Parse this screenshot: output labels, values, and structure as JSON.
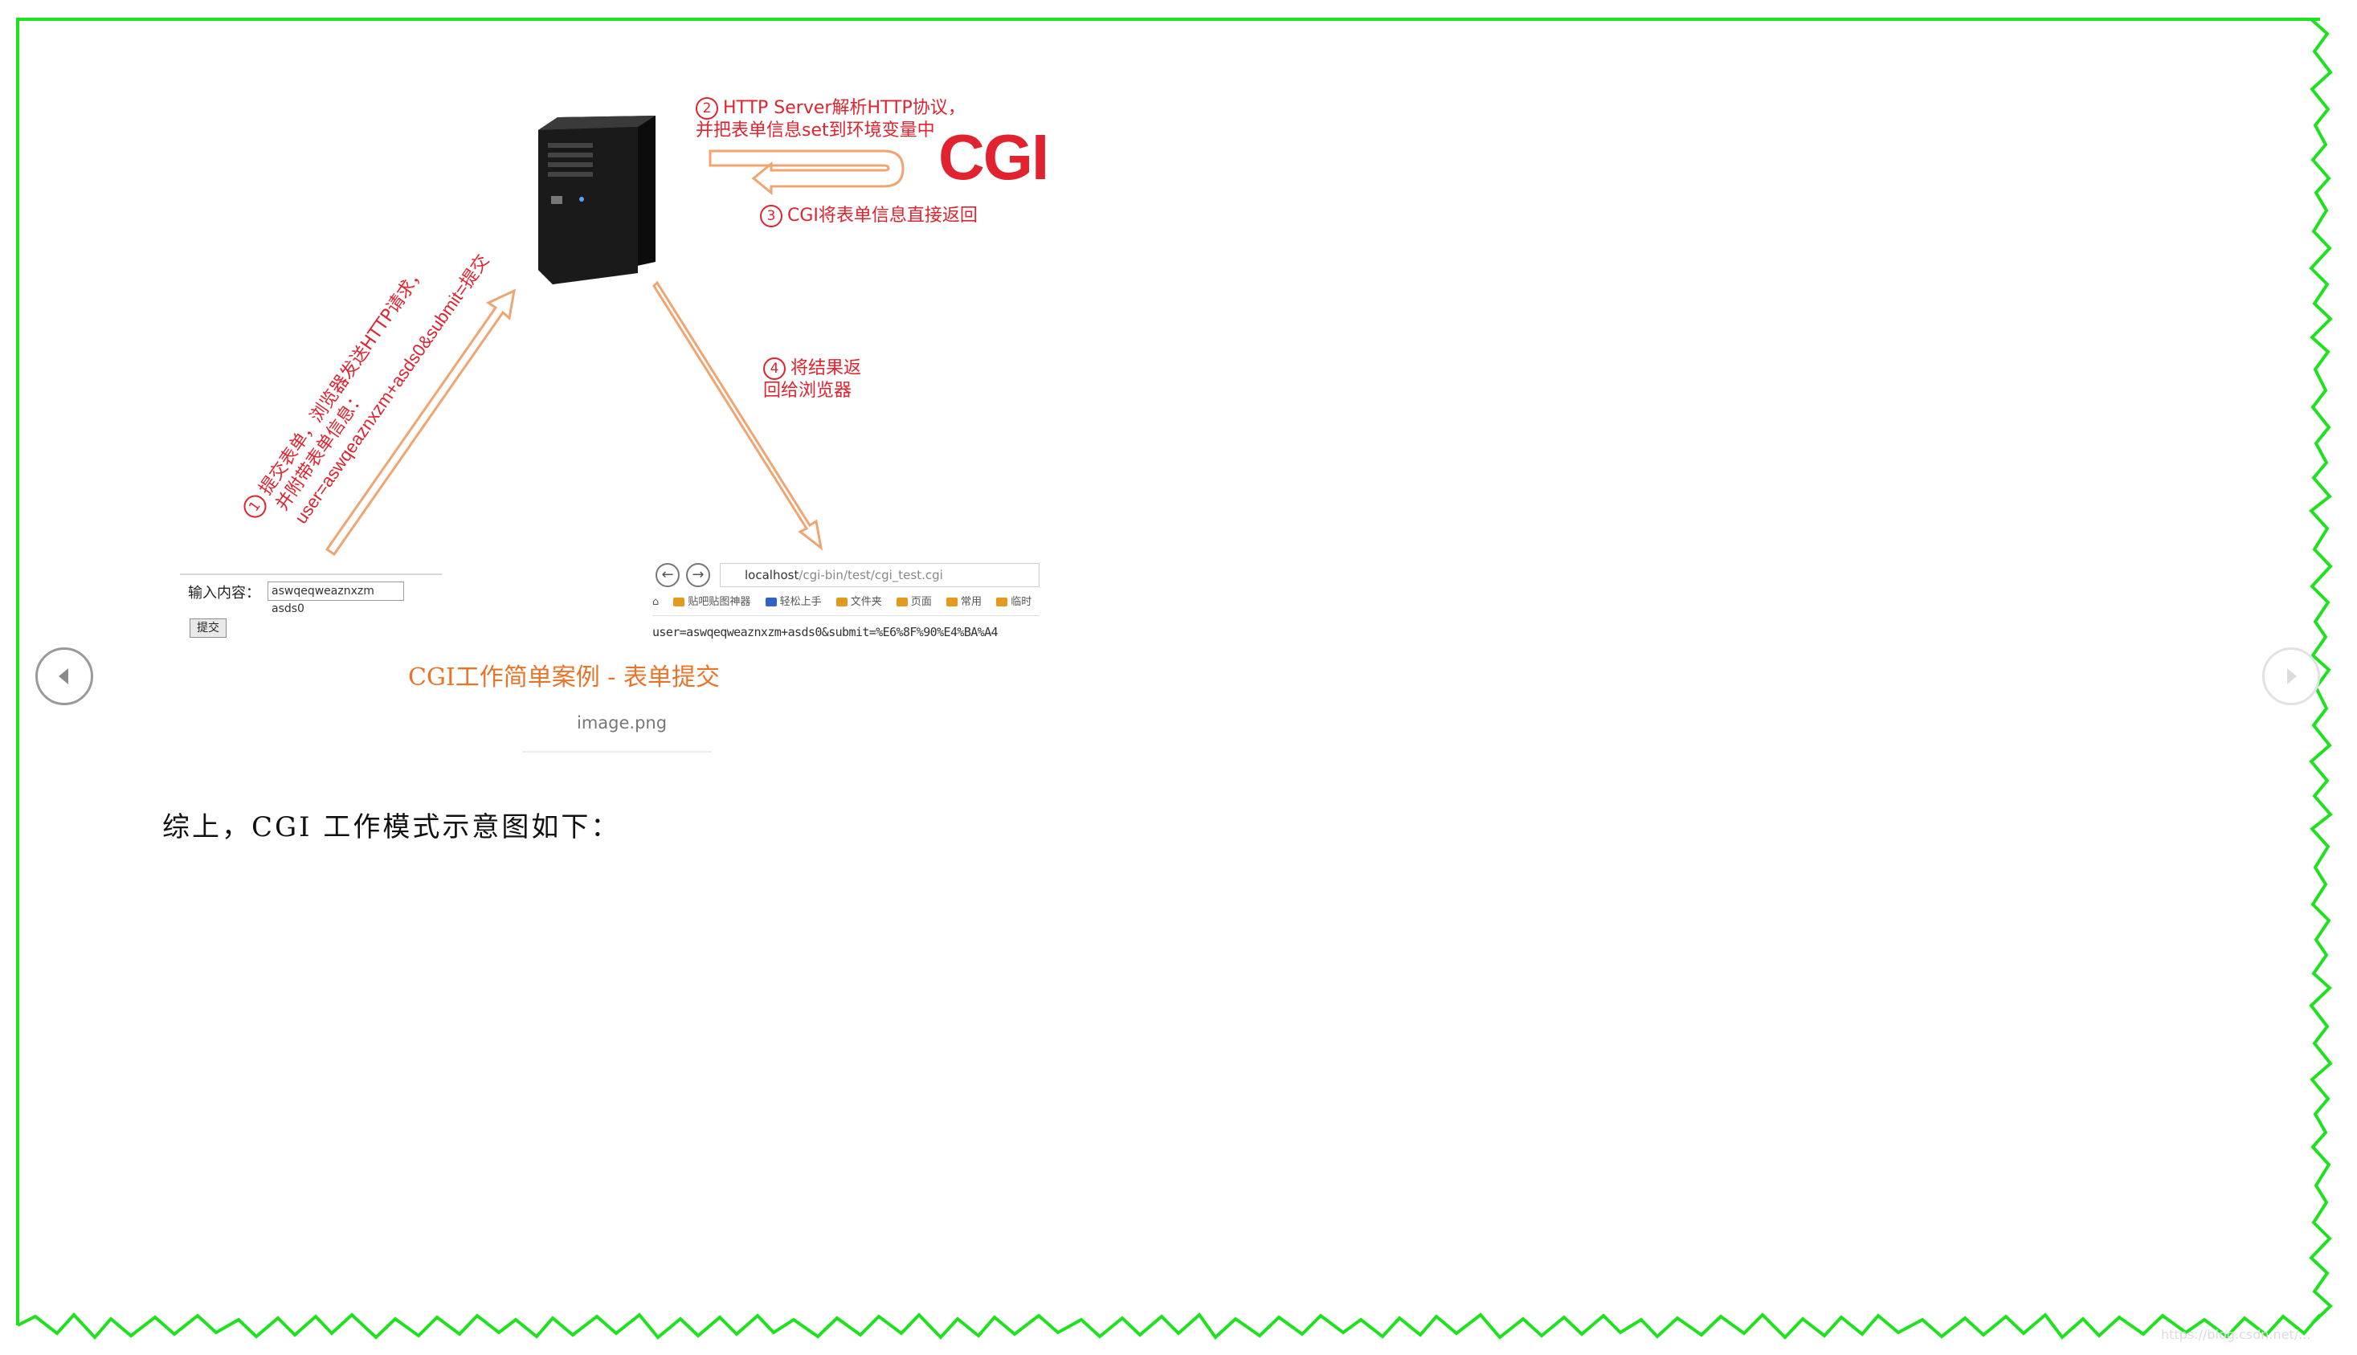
{
  "colors": {
    "frame": "#1fe21f",
    "annotation": "#e0232e",
    "arrow": "#f0a570",
    "caption": "#e8742a"
  },
  "diagram": {
    "step1_num": "1",
    "step1_line1": "提交表单，浏览器发送HTTP请求，",
    "step1_line2": "并附带表单信息：",
    "step1_line3": "user=aswqeaznxzm+asds0&submit=提交",
    "step2_num": "2",
    "step2_line1": "HTTP Server解析HTTP协议，",
    "step2_line2": "并把表单信息set到环境变量中",
    "cgi_logo": "CGI",
    "step3_num": "3",
    "step3_text": "CGI将表单信息直接返回",
    "step4_num": "4",
    "step4_line1": "将结果返",
    "step4_line2": "回给浏览器",
    "server_icon": "server-tower-icon"
  },
  "form": {
    "label": "输入内容：",
    "input_value": "aswqeqweaznxzm asds0",
    "submit_label": "提交"
  },
  "browser": {
    "back_icon": "back-arrow-icon",
    "forward_icon": "forward-arrow-icon",
    "url_host": "localhost",
    "url_path": "/cgi-bin/test/cgi_test.cgi",
    "bookmarks": [
      "贴吧贴图神器",
      "轻松上手",
      "文件夹",
      "页面",
      "常用",
      "临时"
    ],
    "result": "user=aswqeqweaznxzm+asds0&submit=%E6%8F%90%E4%BA%A4"
  },
  "caption": "CGI工作简单案例 - 表单提交",
  "image_name": "image.png",
  "body_text": "综上，CGI 工作模式示意图如下：",
  "nav": {
    "prev_icon": "chevron-left-icon",
    "next_icon": "chevron-right-icon"
  },
  "watermark": "https://blog.csdn.net/..."
}
